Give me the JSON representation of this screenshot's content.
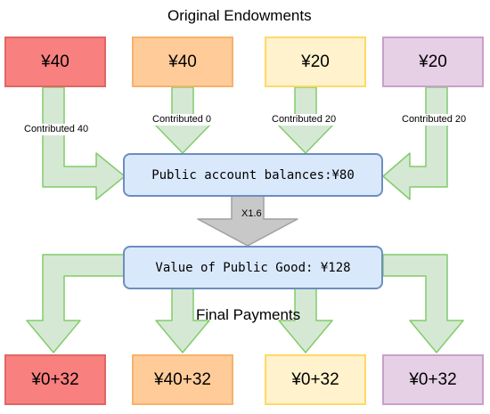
{
  "titles": {
    "original": "Original Endowments",
    "final": "Final Payments"
  },
  "endowments": [
    "¥40",
    "¥40",
    "¥20",
    "¥20"
  ],
  "contributions": [
    "Contributed 40",
    "Contributed 0",
    "Contributed 20",
    "Contributed 20"
  ],
  "public_account": "Public account balances:¥80",
  "multiplier": "X1.6",
  "public_good": "Value of Public Good: ¥128",
  "payments": [
    "¥0+32",
    "¥40+32",
    "¥0+32",
    "¥0+32"
  ],
  "colors": {
    "player1_fill": "#f8807f",
    "player2_fill": "#ffcc99",
    "player3_fill": "#fff2cc",
    "player4_fill": "#e6d0e6",
    "pool_fill": "#dae8fc",
    "pool_border": "#6c8ebf",
    "arrow_fill": "#d5e8d4",
    "arrow_border": "#82cc6a",
    "multiplier_arrow": "#c8c8c8"
  }
}
